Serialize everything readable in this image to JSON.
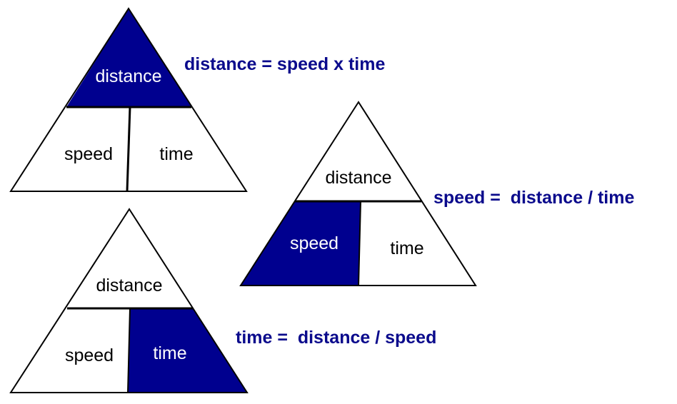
{
  "colors": {
    "fill": "#00008f",
    "formula": "#0a0a8c",
    "stroke": "#000000"
  },
  "triangles": [
    {
      "top": "distance",
      "left": "speed",
      "right": "time",
      "highlight": "top",
      "formula": "distance = speed x time"
    },
    {
      "top": "distance",
      "left": "speed",
      "right": "time",
      "highlight": "left",
      "formula": "speed =  distance / time"
    },
    {
      "top": "distance",
      "left": "speed",
      "right": "time",
      "highlight": "right",
      "formula": "time =  distance / speed"
    }
  ]
}
